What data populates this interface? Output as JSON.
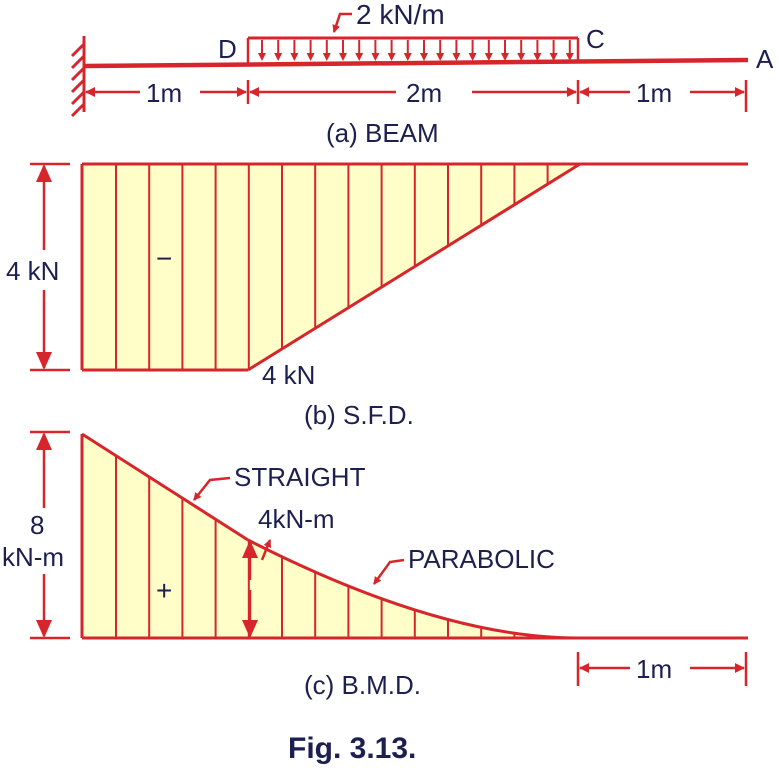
{
  "beam": {
    "load_label": "2 kN/m",
    "point_d": "D",
    "point_c": "C",
    "point_a": "A",
    "dim_left": "1m",
    "dim_mid": "2m",
    "dim_right": "1m",
    "caption": "(a)  BEAM"
  },
  "sfd": {
    "left_label": "4 kN",
    "sign": "−",
    "bottom_label": "4 kN",
    "caption": "(b)  S.F.D."
  },
  "bmd": {
    "left_label_line1": "8",
    "left_label_line2": "kN-m",
    "straight_label": "STRAIGHT",
    "moment_label": "4kN-m",
    "parabolic_label": "PARABOLIC",
    "sign": "+",
    "dim_right": "1m",
    "caption": "(c)  B.M.D."
  },
  "figure_caption": "Fig. 3.13.",
  "colors": {
    "line": "#d6262b",
    "fill": "#fffdc8",
    "text": "#1c1f4f"
  }
}
